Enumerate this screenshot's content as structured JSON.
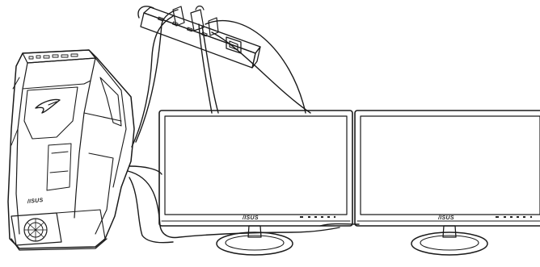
{
  "monitors": {
    "left_brand": "/ISUS",
    "right_brand": "/ISUS"
  },
  "pc": {
    "side_brand": "/ISUS"
  },
  "colors": {
    "line": "#1a1a1a",
    "background": "#ffffff",
    "screen_fill": "#ffffff",
    "shade": "#d9d9d9"
  }
}
